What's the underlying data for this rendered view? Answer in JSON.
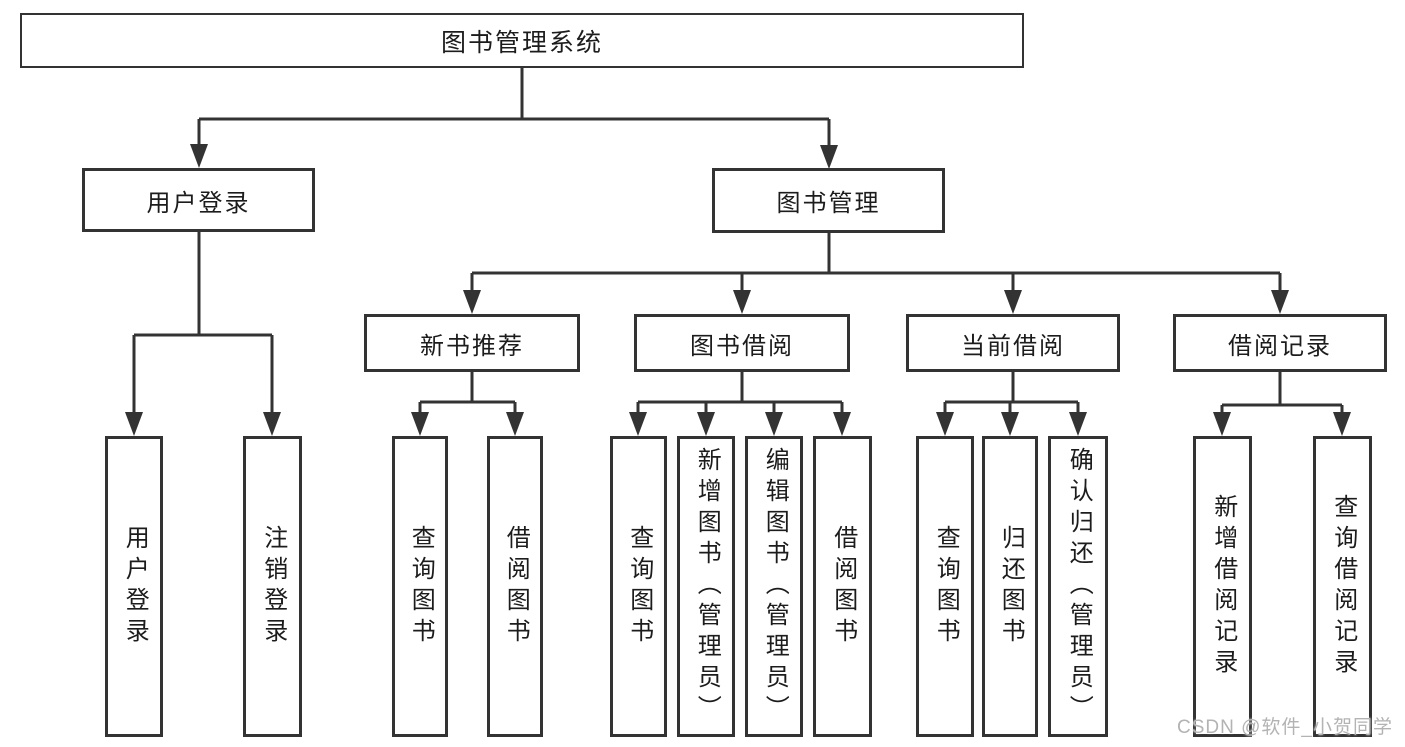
{
  "diagram": {
    "root": {
      "label": "图书管理系统"
    },
    "level2": [
      {
        "label": "用户登录"
      },
      {
        "label": "图书管理"
      }
    ],
    "level3": [
      {
        "label": "新书推荐"
      },
      {
        "label": "图书借阅"
      },
      {
        "label": "当前借阅"
      },
      {
        "label": "借阅记录"
      }
    ],
    "leaves": {
      "user_login": [
        {
          "label": "用户登录"
        },
        {
          "label": "注销登录"
        }
      ],
      "new_book_recommendation": [
        {
          "label": "查询图书"
        },
        {
          "label": "借阅图书"
        }
      ],
      "book_borrowing": [
        {
          "label": "查询图书"
        },
        {
          "label": "新增图书（管理员）"
        },
        {
          "label": "编辑图书（管理员）"
        },
        {
          "label": "借阅图书"
        }
      ],
      "current_borrowing": [
        {
          "label": "查询图书"
        },
        {
          "label": "归还图书"
        },
        {
          "label": "确认归还（管理员）"
        }
      ],
      "borrowing_records": [
        {
          "label": "新增借阅记录"
        },
        {
          "label": "查询借阅记录"
        }
      ]
    }
  },
  "watermark": {
    "text": "CSDN @软件_小贺同学"
  },
  "colors": {
    "line": "#333333",
    "text": "#1c1c1c",
    "background": "#ffffff",
    "watermark": "#b3b3b3"
  }
}
